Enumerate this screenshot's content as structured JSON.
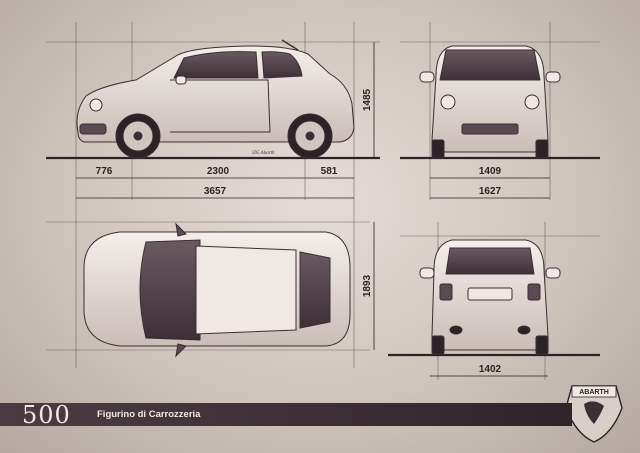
{
  "dimensions": {
    "front_overhang": "776",
    "wheelbase": "2300",
    "rear_overhang": "581",
    "overall_length": "3657",
    "height": "1485",
    "front_track": "1409",
    "overall_width": "1627",
    "mirror_width": "1893",
    "rear_track": "1402"
  },
  "footer": {
    "model_logo": "500",
    "title": "Figurino di Carrozzeria"
  },
  "badge": {
    "brand": "ABARTH"
  },
  "side_script": "595 Abarth"
}
